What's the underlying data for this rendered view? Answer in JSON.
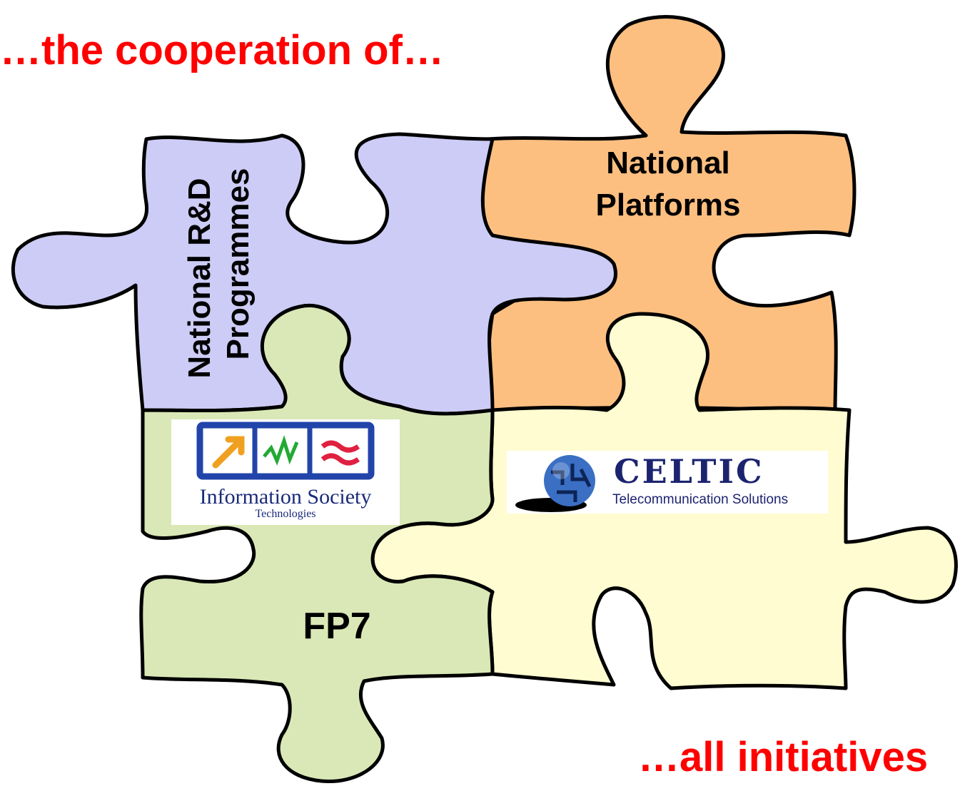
{
  "headings": {
    "top": "…the cooperation of…",
    "bottom": "…all initiatives"
  },
  "pieces": [
    {
      "id": "national-rd",
      "label_lines": [
        "National R&D",
        "Programmes"
      ],
      "color": "#ccccf6"
    },
    {
      "id": "national-platforms",
      "label_lines": [
        "National",
        "Platforms"
      ],
      "color": "#fdbf80"
    },
    {
      "id": "fp7",
      "label_lines": [
        "FP7"
      ],
      "color": "#d9e8b6"
    },
    {
      "id": "celtic",
      "label_lines": [],
      "color": "#fefcd0"
    }
  ],
  "logos": {
    "ist": {
      "name": "Information Society",
      "subtitle": "Technologies",
      "colors": {
        "frame": "#2244aa",
        "arrow": "#f0a020",
        "wave": "#22aa33",
        "approx": "#e02040"
      }
    },
    "celtic": {
      "name": "CELTIC",
      "subtitle": "Telecommunication Solutions",
      "colors": {
        "text": "#1c2470",
        "globe": "#3a6fc4"
      }
    }
  },
  "colors": {
    "heading": "#ff0000",
    "outline": "#000000"
  }
}
